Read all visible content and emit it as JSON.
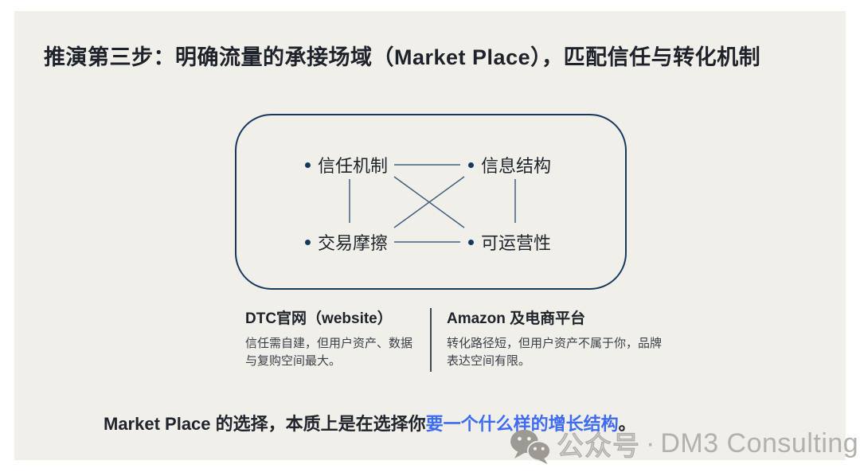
{
  "slide": {
    "title": "推演第三步：明确流量的承接场域（Market Place），匹配信任与转化机制",
    "diagram": {
      "nodes": [
        {
          "label": "信任机制"
        },
        {
          "label": "信息结构"
        },
        {
          "label": "交易摩擦"
        },
        {
          "label": "可运营性"
        }
      ]
    },
    "columns": [
      {
        "heading": "DTC官网（website）",
        "body": "信任需自建，但用户资产、数据与复购空间最大。"
      },
      {
        "heading": "Amazon 及电商平台",
        "body": "转化路径短，但用户资产不属于你，品牌表达空间有限。"
      }
    ],
    "conclusion": {
      "prefix": "Market Place 的选择，本质上是在选择你",
      "highlight": "要一个什么样的增长结构",
      "suffix": "。"
    },
    "watermark": {
      "platform": "公众号",
      "separator": "·",
      "name": "DM3 Consulting"
    },
    "colors": {
      "slide_background": "#f1efe9",
      "page_background": "#ffffff",
      "title_text": "#1e222a",
      "diagram_border": "#17395e",
      "connection_line": "#41607f",
      "body_text": "#3a4049",
      "highlight_blue": "#3d6bf3",
      "watermark_gray": "#b4b1ab"
    }
  }
}
